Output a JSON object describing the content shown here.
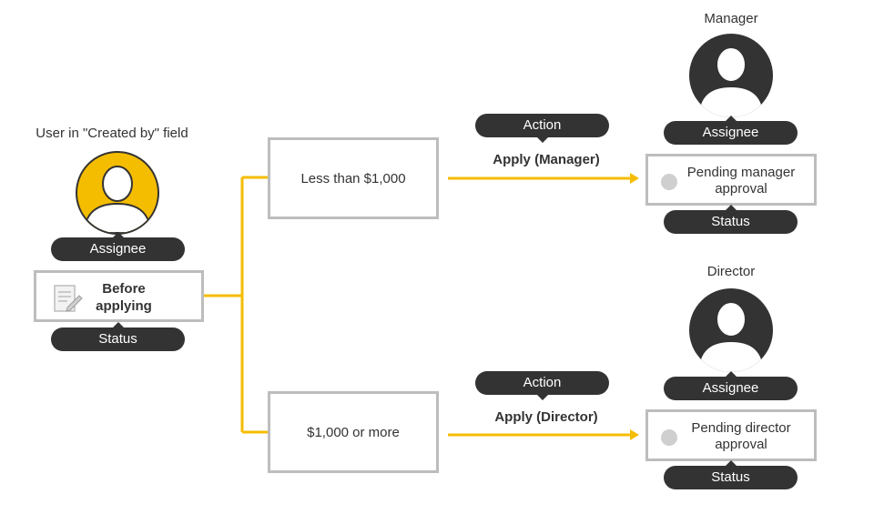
{
  "origin": {
    "caption": "User in \"Created by\" field",
    "assignee_label": "Assignee",
    "status_text": "Before applying",
    "status_label": "Status",
    "avatar_color": "#F5BD00"
  },
  "branches": [
    {
      "condition": "Less than $1,000",
      "action_label": "Action",
      "action_text": "Apply (Manager)",
      "role": "Manager",
      "assignee_label": "Assignee",
      "status_text": "Pending manager approval",
      "status_label": "Status"
    },
    {
      "condition": "$1,000 or more",
      "action_label": "Action",
      "action_text": "Apply (Director)",
      "role": "Director",
      "assignee_label": "Assignee",
      "status_text": "Pending director approval",
      "status_label": "Status"
    }
  ],
  "colors": {
    "connector": "#F5BD00",
    "dark": "#333333",
    "box_border": "#BDBDBD",
    "status_dot": "#CFCFCF"
  },
  "icons": [
    "person-icon",
    "document-edit-icon",
    "arrow-right-icon"
  ]
}
